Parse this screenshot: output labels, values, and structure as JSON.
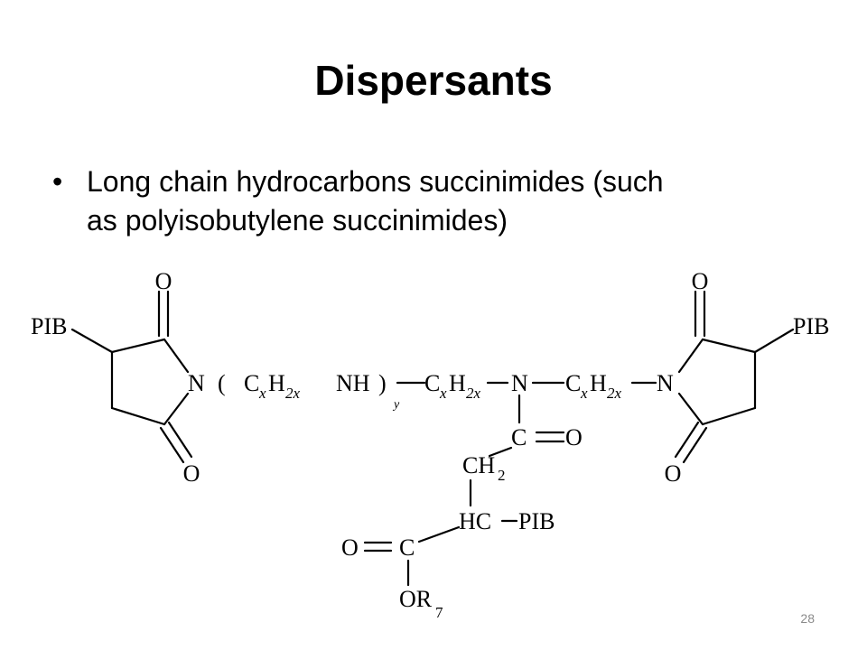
{
  "slide": {
    "title": "Dispersants",
    "bullet_glyph": "•",
    "bullets": [
      {
        "line1": "Long chain hydrocarbons succinimides (such",
        "line2": "as polyisobutylene succinimides)"
      }
    ],
    "page_number": "28"
  },
  "structure": {
    "oxygen": "O",
    "nitrogen": "N",
    "carbon": "C",
    "pib": "PIB",
    "open_paren": "(",
    "close_paren": ")",
    "nh": "NH",
    "h": "H",
    "ch": "CH",
    "hc": "HC",
    "or": "OR",
    "sub_x": "x",
    "sub_2x": "2x",
    "sub_y": "y",
    "sub_2": "2",
    "sub_7": "7"
  }
}
